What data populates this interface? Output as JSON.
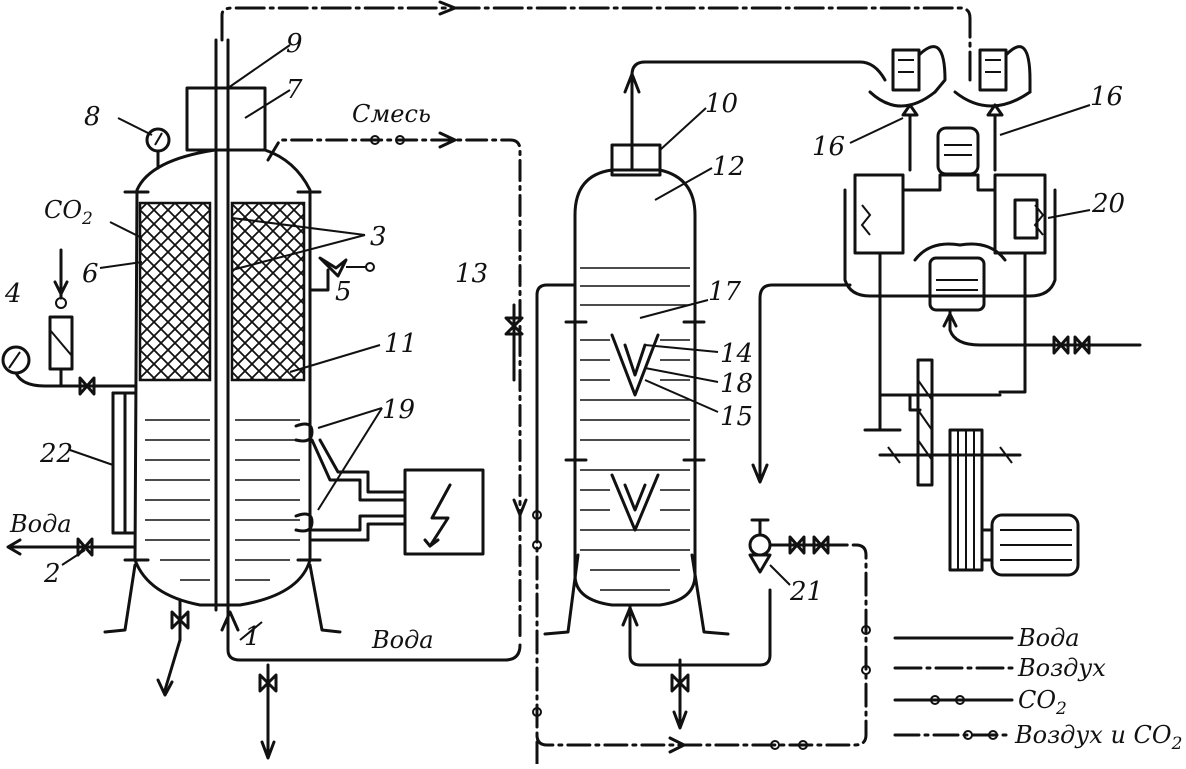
{
  "labels": {
    "n1": "1",
    "n2": "2",
    "n3": "3",
    "n4": "4",
    "n5": "5",
    "n6": "6",
    "n7": "7",
    "n8": "8",
    "n9": "9",
    "n10": "10",
    "n11": "11",
    "n12": "12",
    "n13": "13",
    "n14": "14",
    "n15": "15",
    "n16a": "16",
    "n16b": "16",
    "n17": "17",
    "n18": "18",
    "n19": "19",
    "n20": "20",
    "n21": "21",
    "n22": "22"
  },
  "text": {
    "co2": "CO",
    "co2_sub": "2",
    "water_left": "Вода",
    "mix": "Смесь",
    "water_bottom": "Вода"
  },
  "legend": {
    "water": "Вода",
    "air": "Воздух",
    "co2": "CO",
    "co2_sub": "2",
    "air_co2": "Воздух и CO",
    "air_co2_sub": "2"
  }
}
